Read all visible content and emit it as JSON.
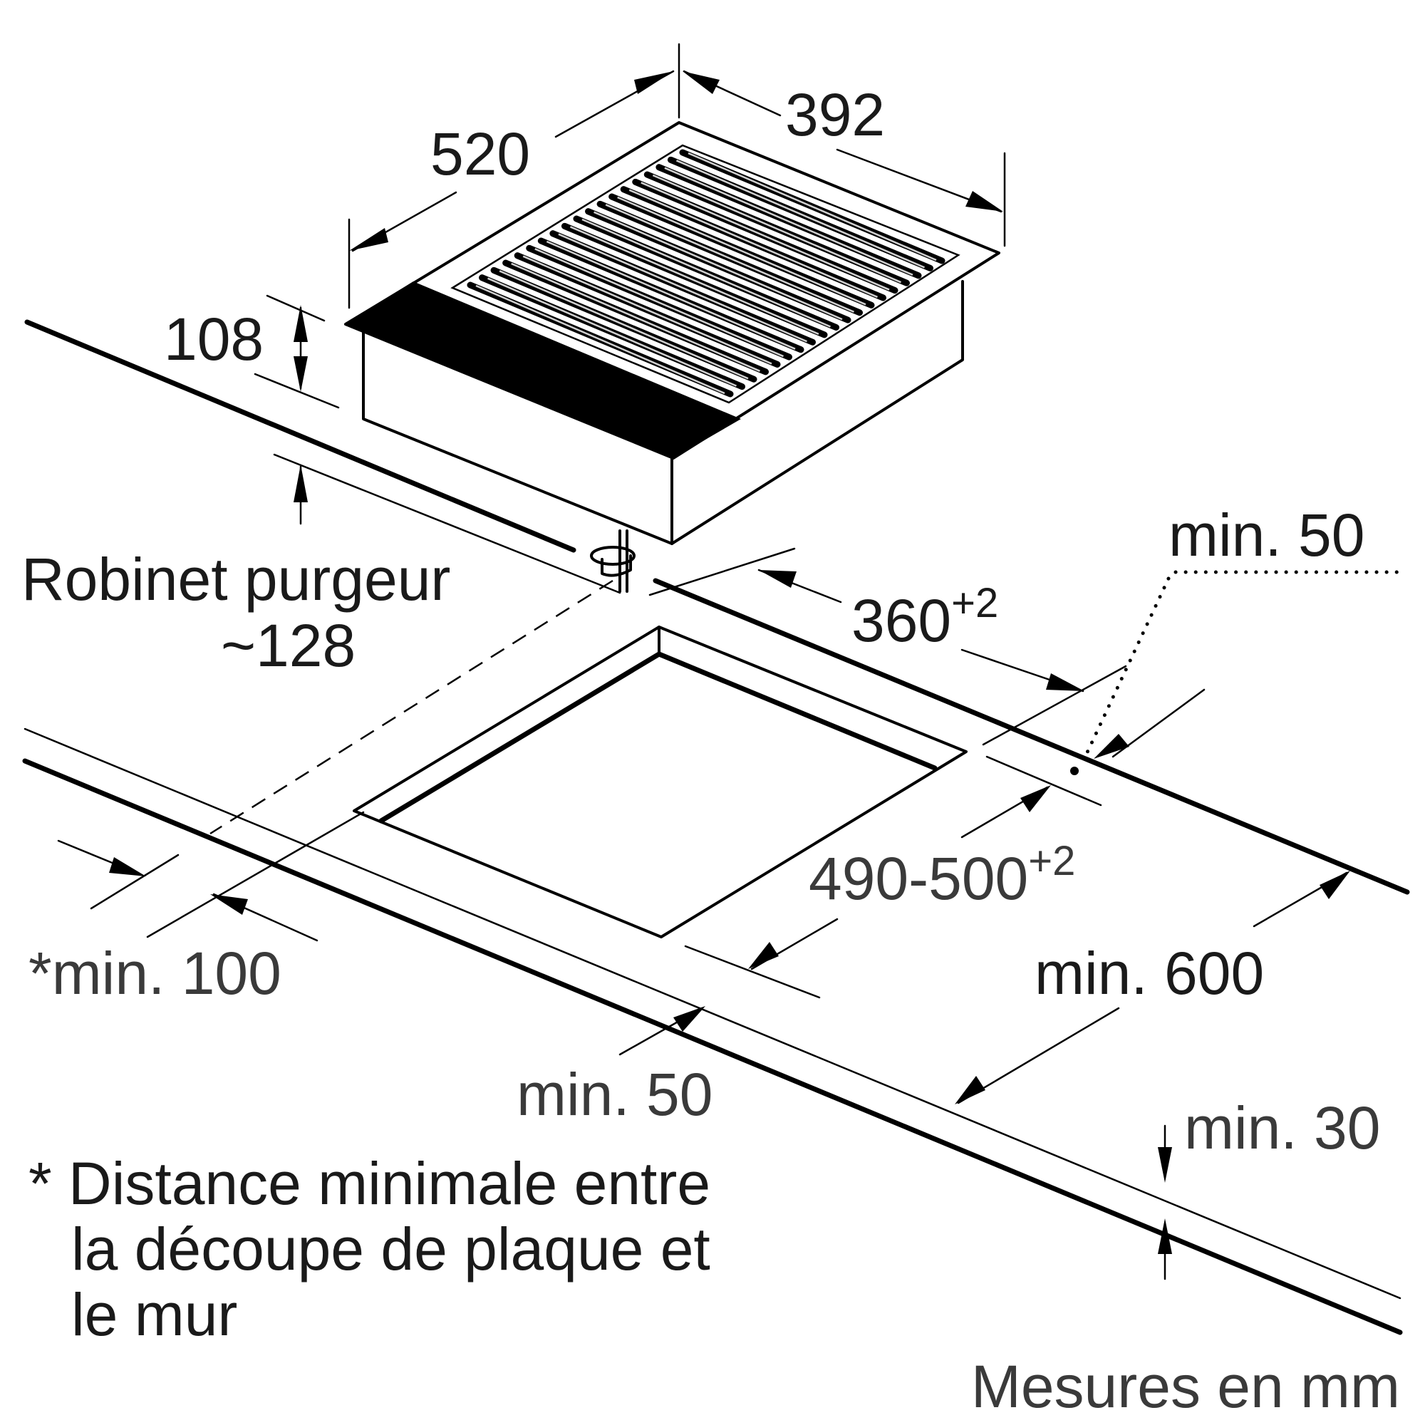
{
  "dimensions": {
    "width_520": "520",
    "depth_392": "392",
    "height_108": "108",
    "tap_label": "Robinet purgeur",
    "tap_value": "~128",
    "cutout_width": "360",
    "cutout_width_tol": "+2",
    "cutout_depth": "490-500",
    "cutout_depth_tol": "+2",
    "min_50_top": "min. 50",
    "min_600": "min. 600",
    "min_100": "*min. 100",
    "min_50_bottom": "min. 50",
    "min_30": "min. 30"
  },
  "footnote": {
    "line1": "* Distance minimale entre",
    "line2": "la découpe de plaque et",
    "line3": "le mur"
  },
  "units_note": "Mesures en mm",
  "grill": {
    "bar_count": 19
  }
}
